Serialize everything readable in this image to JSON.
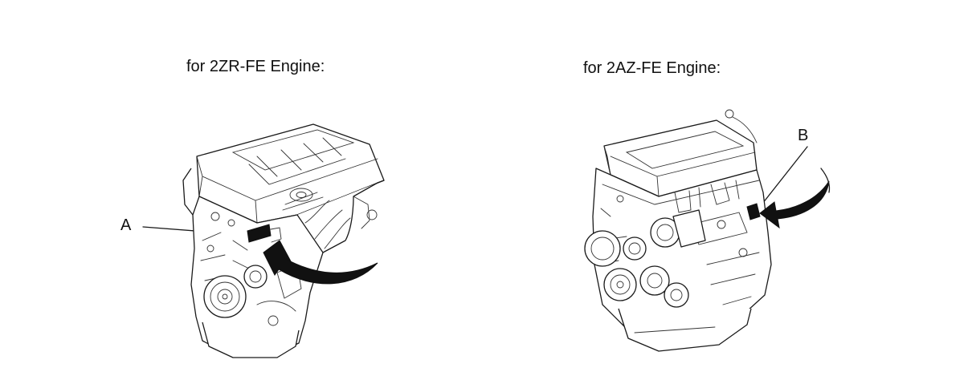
{
  "figures": [
    {
      "caption": "for 2ZR-FE Engine:",
      "callout": "A",
      "icon": "engine-2zr-fe-drawing"
    },
    {
      "caption": "for 2AZ-FE Engine:",
      "callout": "B",
      "icon": "engine-2az-fe-drawing"
    }
  ],
  "colors": {
    "line": "#1a1a1a",
    "background": "#ffffff"
  }
}
